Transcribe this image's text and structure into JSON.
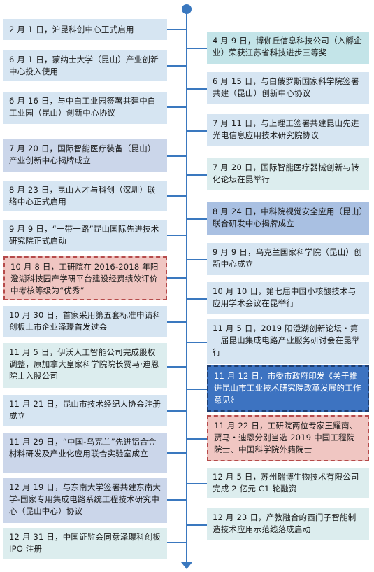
{
  "left_events": [
    {
      "text": "2 月 1 日，沪昆科创中心正式启用"
    },
    {
      "text": "6 月 1 日，蒙纳士大学（昆山）产业创新中心投入使用"
    },
    {
      "text": "6 月 16 日，与中白工业园签署共建中白工业园（昆山）创新中心协议"
    },
    {
      "text": "7 月 20 日，国际智能医疗装备（昆山）产业创新中心揭牌成立"
    },
    {
      "text": "8 月 23 日，昆山人才与科创（深圳）联络中心正式启用"
    },
    {
      "text": "9 月 9 日，“一带一路”昆山国际先进技术研究院正式启动"
    },
    {
      "text": "10 月 8 日，工研院在 2016-2018 年阳澄湖科技园产学研平台建设经费绩效评价中考核等级为“优秀”"
    },
    {
      "text": "10 月 30 日，首家采用第五套标准申请科创板上市企业泽璟首发过会"
    },
    {
      "text": "11 月 5 日，伊沃人工智能公司完成股权调整，原加拿大皇家科学院院长贾马·迪恩院士入股公司"
    },
    {
      "text": "11 月 21 日，昆山市技术经纪人协会注册成立"
    },
    {
      "text": "11 月 29 日，“中国-乌克兰”先进铝合金材料研发及产业化应用联合实验室成立"
    },
    {
      "text": "12 月 19 日，与东南大学签署共建东南大学-国家专用集成电路系统工程技术研究中心（昆山中心）协议"
    },
    {
      "text": "12 月 31 日，中国证监会同意泽璟科创板 IPO 注册"
    }
  ],
  "right_events": [
    {
      "text": "4 月 9 日，博伽丘信息科技公司（入孵企业）荣获江苏省科技进步三等奖"
    },
    {
      "text": "6 月 15 日，与白俄罗斯国家科学院签署共建（昆山）创新中心协议"
    },
    {
      "text": "7 月 11 日，与上理工签署共建昆山先进光电信息应用技术研究院协议"
    },
    {
      "text": "7 月 20 日，国际智能医疗器械创新与转化论坛在昆举行"
    },
    {
      "text": "8 月 24 日，中科院视觉安全应用（昆山）联合研发中心揭牌成立"
    },
    {
      "text": "9 月 9 日，乌克兰国家科学院（昆山）创新中心成立"
    },
    {
      "text": "10 月 10 日，第七届中国小核酸技术与应用学术会议在昆举行"
    },
    {
      "text": "11 月 5 日，2019 阳澄湖创新论坛・第一届昆山集成电路产业服务研讨会在昆举行"
    },
    {
      "text": "11 月 12 日，市委市政府印发《关于推进昆山市工业技术研究院改革发展的工作意见》"
    },
    {
      "text": "11 月 22 日，工研院两位专家王耀南、贾马・迪恩分别当选 2019 中国工程院院士、中国科学院外籍院士"
    },
    {
      "text": "12 月 5 日，苏州瑞博生物技术有限公司完成 2 亿元 C1 轮融资"
    },
    {
      "text": "12 月 23 日，产教融合的西门子智能制造技术应用示范线落成启动"
    }
  ]
}
